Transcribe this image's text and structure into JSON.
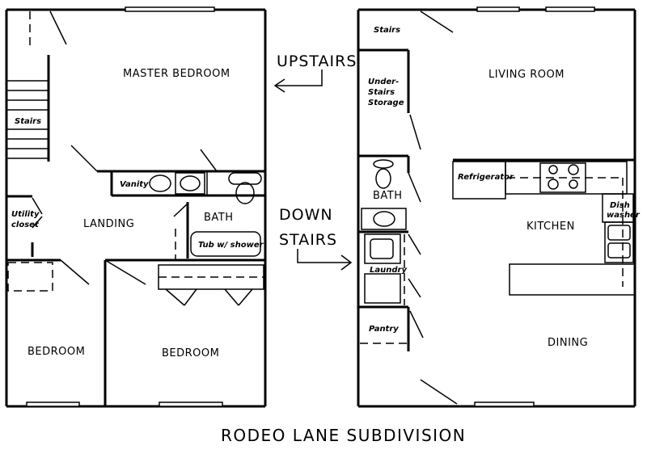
{
  "upstairs": {
    "heading": "UPSTAIRS",
    "rooms": {
      "master_bedroom": "MASTER BEDROOM",
      "stairs": "Stairs",
      "vanity": "Vanity",
      "utility_closet_line1": "Utility",
      "utility_closet_line2": "closet",
      "landing": "LANDING",
      "bath": "BATH",
      "tub": "Tub w/ shower",
      "bedroom_left": "BEDROOM",
      "bedroom_right": "BEDROOM"
    }
  },
  "downstairs": {
    "heading_line1": "DOWN",
    "heading_line2": "STAIRS",
    "rooms": {
      "stairs": "Stairs",
      "storage_line1": "Under-",
      "storage_line2": "Stairs",
      "storage_line3": "Storage",
      "living_room": "LIVING ROOM",
      "refrigerator": "Refrigerator",
      "bath": "BATH",
      "kitchen": "KITCHEN",
      "dishwasher_line1": "Dish",
      "dishwasher_line2": "washer",
      "laundry": "Laundry",
      "pantry": "Pantry",
      "dining": "DINING"
    }
  },
  "caption": "RODEO LANE SUBDIVISION"
}
